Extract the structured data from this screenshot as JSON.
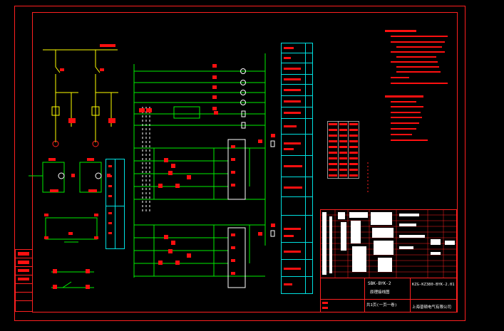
{
  "colors": {
    "background": "#000000",
    "frame": "#ff2020",
    "wire": "#00ee00",
    "panel": "#00e0e0",
    "device": "#ff1010",
    "text_white": "#ffffff"
  },
  "title_block": {
    "drawing_code": "SBK-BYK-2",
    "drawing_title": "原理接线图",
    "part_number": "KZG-KZ380-BYK-2.01",
    "sheet": "共1页(一页一卷)",
    "company": "上海普顿电气有限公司"
  },
  "icons": {
    "device": "rectangle",
    "lamp": "circle-cross",
    "motor": "circle"
  }
}
